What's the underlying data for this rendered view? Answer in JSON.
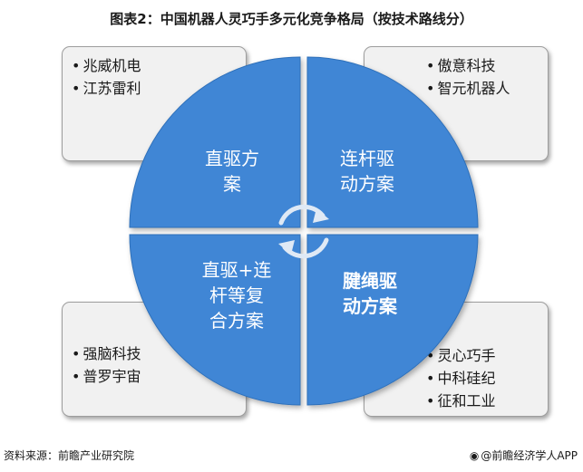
{
  "title": "图表2：中国机器人灵巧手多元化竞争格局（按技术路线分）",
  "quadrants": [
    {
      "label_lines": [
        "直驱方",
        "案"
      ],
      "companies": [
        "兆威机电",
        "江苏雷利"
      ]
    },
    {
      "label_lines": [
        "连杆驱",
        "动方案"
      ],
      "companies": [
        "傲意科技",
        "智元机器人"
      ]
    },
    {
      "label_lines": [
        "直驱+连",
        "杆等复",
        "合方案"
      ],
      "companies": [
        "强脑科技",
        "普罗宇宙"
      ]
    },
    {
      "label_lines": [
        "腱绳驱",
        "动方案"
      ],
      "companies": [
        "灵心巧手",
        "中科硅纪",
        "征和工业"
      ]
    }
  ],
  "colors": {
    "quadrant_fill": "#3f86d5",
    "quadrant_edge": "#2e6fb9",
    "box_fill": "#f1f1f1",
    "arrow": "#dfe9f5"
  },
  "footer": {
    "source": "资料来源：前瞻产业研究院",
    "brand": "@前瞻经济学人APP",
    "brand_icon": "eye-logo-icon"
  }
}
